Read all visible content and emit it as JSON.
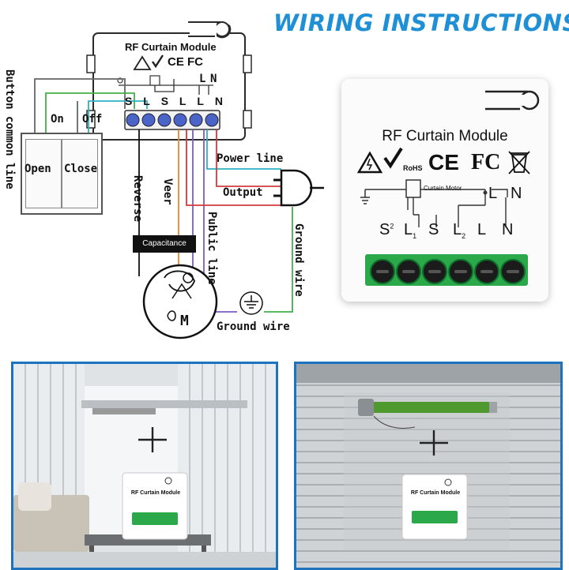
{
  "header": {
    "title": "WIRING INSTRUCTIONS"
  },
  "diagram": {
    "switch_label": "Button common line",
    "on_label": "On",
    "off_label": "Off",
    "open_label": "Open",
    "close_label": "Close",
    "reverse_label": "Reverse",
    "veer_label": "Veer",
    "public_line_label": "Public line",
    "power_line_label": "Power line",
    "output_label": "Output",
    "ground_wire_vertical": "Ground wire",
    "ground_wire_label": "Ground wire",
    "capacitance_label": "Capacitance",
    "motor_symbol": "M",
    "module_title": "RF Curtain Module",
    "cert_marks": "CE FC",
    "terminals": [
      "S",
      "L",
      "S",
      "L",
      "L",
      "N"
    ],
    "top_marks": [
      "L",
      "N"
    ]
  },
  "module": {
    "title": "RF Curtain Module",
    "rohs": "RoHS",
    "ce": "CE",
    "fc": "FC",
    "motor_label": "Curtain Motor",
    "top_marks": [
      "L",
      "N"
    ],
    "terminals": [
      {
        "main": "S",
        "sup": "2"
      },
      {
        "main": "L",
        "sub": "1"
      },
      {
        "main": "S",
        "sub": ""
      },
      {
        "main": "L",
        "sub": "2"
      },
      {
        "main": "L",
        "sub": ""
      },
      {
        "main": "N",
        "sub": ""
      }
    ]
  },
  "scenes": {
    "left_module_title": "RF Curtain Module",
    "right_module_title": "RF Curtain Module"
  },
  "colors": {
    "title_blue": "#1f8fd6",
    "panel_border": "#1e73be",
    "terminal_blue": "#4a64c8",
    "terminal_green": "#1f9a3a",
    "wire_green": "#43b04a",
    "wire_cyan": "#2bb3c4",
    "wire_red": "#d23b3b",
    "wire_purple": "#7a5cc2",
    "wire_orange": "#e08a2c"
  }
}
